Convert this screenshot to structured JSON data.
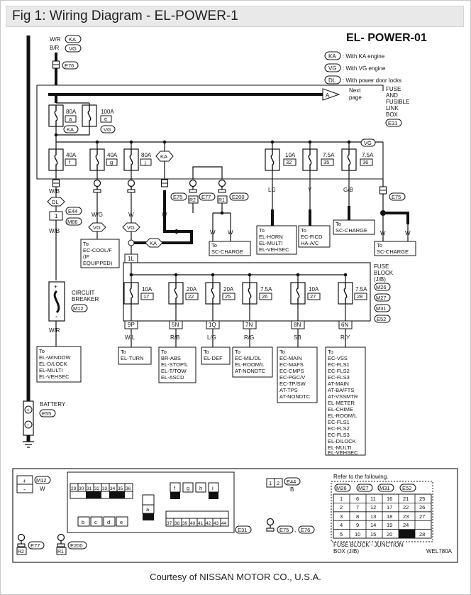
{
  "header": {
    "title": "Fig 1: Wiring Diagram - EL-POWER-1"
  },
  "diagram": {
    "code": "EL- POWER-01",
    "ref_code": "WEL780A",
    "legend": {
      "ka": {
        "badge": "KA",
        "text": ": With KA engine"
      },
      "vg": {
        "badge": "VG",
        "text": ": With VG engine"
      },
      "dl": {
        "badge": "DL",
        "text": ": With power door locks"
      }
    },
    "top_wires": {
      "wr": "W/R",
      "br": "B/R",
      "ka": "KA",
      "vg": "VG"
    },
    "connector_e76": "E76",
    "next_page": {
      "line1": "Next",
      "line2": "page"
    },
    "fuse_box": {
      "l1": "FUSE",
      "l2": "AND",
      "l3": "FUSIBLE",
      "l4": "LINK",
      "l5": "BOX",
      "conn": "E31"
    },
    "fusible_links": [
      {
        "amp": "80A",
        "id": "a",
        "badge": "KA"
      },
      {
        "amp": "100A",
        "id": "e",
        "badge": "VG"
      }
    ],
    "fuses_row": [
      {
        "amp": "40A",
        "id": "f"
      },
      {
        "amp": "40A",
        "id": "g"
      },
      {
        "amp": "80A",
        "id": "j"
      }
    ],
    "ka_badge": "KA",
    "vg_badge": "VG",
    "fuses_right": [
      {
        "amp": "10A",
        "id": "32",
        "wire": "LG"
      },
      {
        "amp": "7.5A",
        "id": "35",
        "wire": "Y"
      },
      {
        "amp": "7.5A",
        "id": "36",
        "wire": "G/B"
      }
    ],
    "wires_row": {
      "wb": "W/B",
      "wg": "W/G",
      "w1": "W",
      "w2": "W",
      "w3": "W",
      "w4": "W",
      "w5": "W",
      "w6": "W",
      "w7": "W"
    },
    "conn_e75": "E75",
    "conn_e77": "E77",
    "conn_e200": "E200",
    "conn_e75b": "E75",
    "r2": "R2",
    "r1": "R1",
    "dl_badge": "DL",
    "e44": "E44",
    "m66": "M66",
    "pin_1": "1",
    "wb2": "W/B",
    "vg_badge2": "VG",
    "vg_badge3": "VG",
    "ka_badge2": "KA",
    "dest_cool": {
      "l1": "To",
      "l2": "EC-COOL/F",
      "l3": "(IF",
      "l4": "EQUIPPED)"
    },
    "dest_sc1": {
      "l1": "To",
      "l2": "SC-CHARGE"
    },
    "dest_horn": {
      "l1": "To",
      "l2": "EL-HORN",
      "l3": "EL-MULTI",
      "l4": "EL-VEHSEC"
    },
    "dest_ficd": {
      "l1": "To",
      "l2": "EC-FICD",
      "l3": "HA-A/C"
    },
    "dest_sc2": {
      "l1": "To",
      "l2": "SC-CHARGE"
    },
    "dest_sc3": {
      "l1": "To",
      "l2": "SC-CHARGE"
    },
    "fuse_block": {
      "l1": "FUSE",
      "l2": "BLOCK",
      "l3": "(J/B)",
      "c1": "M26",
      "c2": "M27",
      "c3": "M31",
      "c4": "E52"
    },
    "pin_1l": "1L",
    "circuit_breaker": {
      "l1": "CIRCUIT",
      "l2": "BREAKER",
      "conn": "M12",
      "plus": "+",
      "minus": "-"
    },
    "wr2": "W/R",
    "fuses_block": [
      {
        "amp": "10A",
        "id": "17",
        "pin": "9P",
        "wire": "W/L"
      },
      {
        "amp": "20A",
        "id": "22",
        "pin": "5N",
        "wire": "R/B"
      },
      {
        "amp": "20A",
        "id": "25",
        "pin": "1Q",
        "wire": "L/G"
      },
      {
        "amp": "7.5A",
        "id": "26",
        "pin": "7N",
        "wire": "R/G"
      },
      {
        "amp": "10A",
        "id": "27",
        "pin": "8N",
        "wire": "SB"
      },
      {
        "amp": "7.5A",
        "id": "28",
        "pin": "6N",
        "wire": "R/Y"
      }
    ],
    "dest_window": [
      "To",
      "EL-WINDOW",
      "EL-D/LOCK",
      "EL-MULTI",
      "EL-VEHSEC"
    ],
    "dest_turn": [
      "To",
      "EL-TURN"
    ],
    "dest_abs": [
      "To",
      "BR-ABS",
      "EL-STOP/L",
      "EL-T/TOW",
      "EL-ASCD"
    ],
    "dest_def": [
      "To",
      "EL-DEF"
    ],
    "dest_mil": [
      "To",
      "EC-MIL/DL",
      "EL-ROOM/L",
      "AT-NONDTC"
    ],
    "dest_main": [
      "To",
      "EC-MAIN",
      "EC-MAFS",
      "EC-CMPS",
      "EC-PGC/V",
      "EC-TP/SW",
      "AT-TPS",
      "AT-NONDTC"
    ],
    "dest_vss": [
      "To",
      "EC-VSS",
      "EC-FLS1",
      "EC-FLS2",
      "EC-FLS3",
      "AT-MAIN",
      "AT-BA/FTS",
      "AT-VSSMTR",
      "EL-METER",
      "EL-CHIME",
      "EL-ROOM/L",
      "EC-FLS1",
      "EC-FLS2",
      "EC-FLS3",
      "EL-D/LOCK",
      "EL-MULTI",
      "EL-VEHSEC"
    ],
    "battery": {
      "label": "BATTERY",
      "conn": "E55",
      "plus": "+",
      "minus": "-"
    },
    "bottom": {
      "m12": "M12",
      "m12_color": "W",
      "plus": "+",
      "minus": "-",
      "e31_pins_top": [
        "29",
        "30",
        "31",
        "32",
        "33",
        "34",
        "35",
        "36"
      ],
      "e31_letters_top": [
        "f",
        "g",
        "h",
        "i"
      ],
      "e31_letter_a": "a",
      "e31_letters_bottom": [
        "b",
        "c",
        "d",
        "e"
      ],
      "e31_pins_bottom": [
        "37",
        "38",
        "39",
        "40",
        "41",
        "42",
        "43",
        "44"
      ],
      "e31": "E31",
      "e44_pins": [
        "1",
        "2"
      ],
      "e44": "E44",
      "e44_color": "B",
      "e75": "E75",
      "e76": "E76",
      "e77": "E77",
      "r2": "R2",
      "e200": "E200",
      "r1": "R1",
      "refer": "Refer to the following.",
      "jb_conns": [
        "M26",
        "M27",
        "M31",
        "E52"
      ],
      "jb_rows": [
        [
          "1",
          "6",
          "11",
          "16",
          "21",
          "25"
        ],
        [
          "2",
          "7",
          "12",
          "17",
          "22",
          "26"
        ],
        [
          "3",
          "8",
          "13",
          "18",
          "23",
          "27"
        ],
        [
          "4",
          "9",
          "14",
          "19",
          "24",
          ""
        ],
        [
          "5",
          "10",
          "15",
          "20",
          "",
          "28"
        ]
      ],
      "jb_caption1": "FUSE BLOCK - JUNCTION",
      "jb_caption2": "BOX (J/B)"
    }
  },
  "credit": "Courtesy of NISSAN MOTOR CO., U.S.A."
}
